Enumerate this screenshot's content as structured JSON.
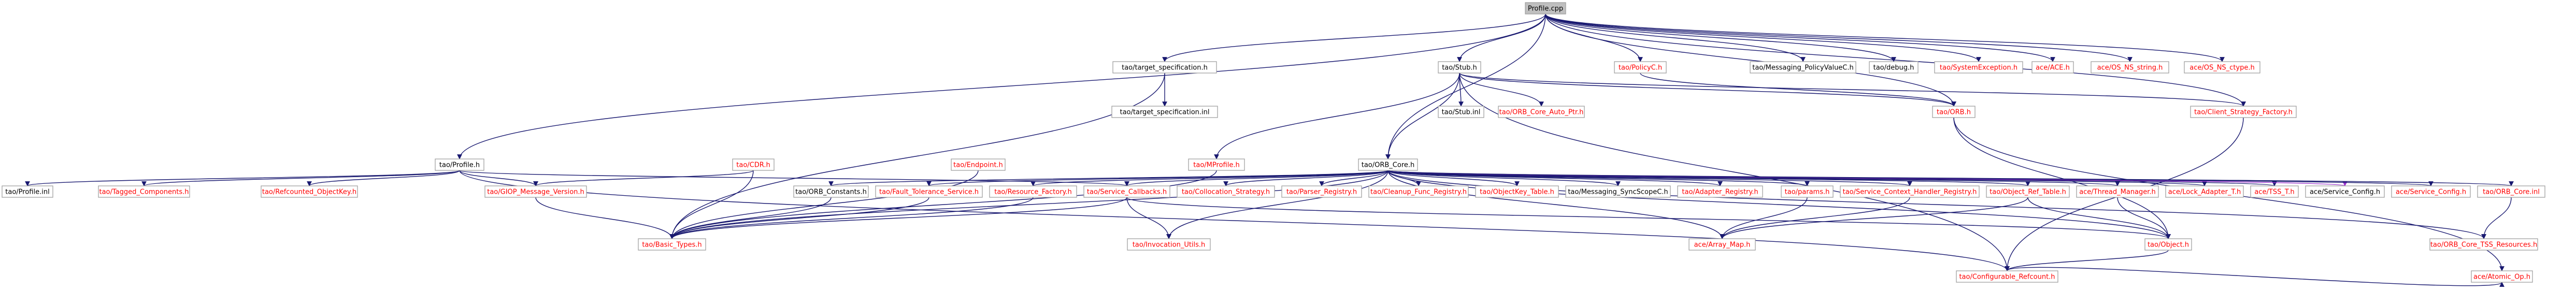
{
  "graph": {
    "colors": {
      "root_fill": "#bfbfbf",
      "node_fill": "#ffffff",
      "node_border": "#a0a0a0",
      "found_text": "#000000",
      "missing_text": "#ff0000",
      "edge": "#191970",
      "edge_alt": "#9a32cd"
    },
    "nodes": [
      {
        "id": "n_profile_cpp",
        "label": "Profile.cpp",
        "root": true
      },
      {
        "id": "n_target_spec_h",
        "label": "tao/target_specification.h",
        "missing": false
      },
      {
        "id": "n_stub_h",
        "label": "tao/Stub.h",
        "missing": false
      },
      {
        "id": "n_policyc_h",
        "label": "tao/PolicyC.h",
        "missing": true
      },
      {
        "id": "n_messaging_policyvaluec_h",
        "label": "tao/Messaging_PolicyValueC.h",
        "missing": false
      },
      {
        "id": "n_debug_h",
        "label": "tao/debug.h",
        "missing": false
      },
      {
        "id": "n_systemexception_h",
        "label": "tao/SystemException.h",
        "missing": true
      },
      {
        "id": "n_ace_h",
        "label": "ace/ACE.h",
        "missing": true
      },
      {
        "id": "n_os_ns_string_h",
        "label": "ace/OS_NS_string.h",
        "missing": true
      },
      {
        "id": "n_os_ns_ctype_h",
        "label": "ace/OS_NS_ctype.h",
        "missing": true
      },
      {
        "id": "n_target_spec_inl",
        "label": "tao/target_specification.inl",
        "missing": false
      },
      {
        "id": "n_stub_inl",
        "label": "tao/Stub.inl",
        "missing": false
      },
      {
        "id": "n_orb_core_auto_ptr_h",
        "label": "tao/ORB_Core_Auto_Ptr.h",
        "missing": true
      },
      {
        "id": "n_orb_h",
        "label": "tao/ORB.h",
        "missing": true
      },
      {
        "id": "n_client_strategy_factory_h",
        "label": "tao/Client_Strategy_Factory.h",
        "missing": true
      },
      {
        "id": "n_profile_h",
        "label": "tao/Profile.h",
        "missing": false
      },
      {
        "id": "n_cdr_h",
        "label": "tao/CDR.h",
        "missing": true
      },
      {
        "id": "n_endpoint_h",
        "label": "tao/Endpoint.h",
        "missing": true
      },
      {
        "id": "n_mprofile_h",
        "label": "tao/MProfile.h",
        "missing": true
      },
      {
        "id": "n_orb_core_h",
        "label": "tao/ORB_Core.h",
        "missing": false
      },
      {
        "id": "n_profile_inl",
        "label": "tao/Profile.inl",
        "missing": false
      },
      {
        "id": "n_tagged_components_h",
        "label": "tao/Tagged_Components.h",
        "missing": true
      },
      {
        "id": "n_refcounted_objectkey_h",
        "label": "tao/Refcounted_ObjectKey.h",
        "missing": true
      },
      {
        "id": "n_giop_message_version_h",
        "label": "tao/GIOP_Message_Version.h",
        "missing": true
      },
      {
        "id": "n_orb_constants_h",
        "label": "tao/ORB_Constants.h",
        "missing": false
      },
      {
        "id": "n_fault_tolerance_service_h",
        "label": "tao/Fault_Tolerance_Service.h",
        "missing": true
      },
      {
        "id": "n_resource_factory_h",
        "label": "tao/Resource_Factory.h",
        "missing": true
      },
      {
        "id": "n_service_callbacks_h",
        "label": "tao/Service_Callbacks.h",
        "missing": true
      },
      {
        "id": "n_collocation_strategy_h",
        "label": "tao/Collocation_Strategy.h",
        "missing": true
      },
      {
        "id": "n_parser_registry_h",
        "label": "tao/Parser_Registry.h",
        "missing": true
      },
      {
        "id": "n_cleanup_func_registry_h",
        "label": "tao/Cleanup_Func_Registry.h",
        "missing": true
      },
      {
        "id": "n_objectkey_table_h",
        "label": "tao/ObjectKey_Table.h",
        "missing": true
      },
      {
        "id": "n_messaging_syncscopec_h",
        "label": "tao/Messaging_SyncScopeC.h",
        "missing": false
      },
      {
        "id": "n_adapter_registry_h",
        "label": "tao/Adapter_Registry.h",
        "missing": true
      },
      {
        "id": "n_params_h",
        "label": "tao/params.h",
        "missing": true
      },
      {
        "id": "n_service_context_handler_registry_h",
        "label": "tao/Service_Context_Handler_Registry.h",
        "missing": true
      },
      {
        "id": "n_object_ref_table_h",
        "label": "tao/Object_Ref_Table.h",
        "missing": true
      },
      {
        "id": "n_thread_manager_h",
        "label": "ace/Thread_Manager.h",
        "missing": true
      },
      {
        "id": "n_lock_adapter_t_h",
        "label": "ace/Lock_Adapter_T.h",
        "missing": true
      },
      {
        "id": "n_tss_t_h",
        "label": "ace/TSS_T.h",
        "missing": true
      },
      {
        "id": "n_service_config_h_1",
        "label": "ace/Service_Config.h",
        "missing": false
      },
      {
        "id": "n_service_config_h_2",
        "label": "ace/Service_Config.h",
        "missing": true
      },
      {
        "id": "n_orb_core_inl",
        "label": "tao/ORB_Core.inl",
        "missing": true
      },
      {
        "id": "n_basic_types_h",
        "label": "tao/Basic_Types.h",
        "missing": true
      },
      {
        "id": "n_invocation_utils_h",
        "label": "tao/Invocation_Utils.h",
        "missing": true
      },
      {
        "id": "n_array_map_h",
        "label": "ace/Array_Map.h",
        "missing": true
      },
      {
        "id": "n_object_h",
        "label": "tao/Object.h",
        "missing": true
      },
      {
        "id": "n_orb_core_tss_resources_h",
        "label": "tao/ORB_Core_TSS_Resources.h",
        "missing": true
      },
      {
        "id": "n_configurable_refcount_h",
        "label": "tao/Configurable_Refcount.h",
        "missing": true
      },
      {
        "id": "n_atomic_op_h",
        "label": "ace/Atomic_Op.h",
        "missing": true
      }
    ],
    "edges": [
      [
        "n_profile_cpp",
        "n_target_spec_h"
      ],
      [
        "n_profile_cpp",
        "n_stub_h"
      ],
      [
        "n_profile_cpp",
        "n_policyc_h"
      ],
      [
        "n_profile_cpp",
        "n_messaging_policyvaluec_h"
      ],
      [
        "n_profile_cpp",
        "n_debug_h"
      ],
      [
        "n_profile_cpp",
        "n_systemexception_h"
      ],
      [
        "n_profile_cpp",
        "n_ace_h"
      ],
      [
        "n_profile_cpp",
        "n_os_ns_string_h"
      ],
      [
        "n_profile_cpp",
        "n_os_ns_ctype_h"
      ],
      [
        "n_profile_cpp",
        "n_profile_h"
      ],
      [
        "n_profile_cpp",
        "n_orb_core_h"
      ],
      [
        "n_profile_cpp",
        "n_client_strategy_factory_h"
      ],
      [
        "n_profile_cpp",
        "n_orb_h"
      ],
      [
        "n_target_spec_h",
        "n_target_spec_inl"
      ],
      [
        "n_target_spec_h",
        "n_basic_types_h"
      ],
      [
        "n_stub_h",
        "n_stub_inl"
      ],
      [
        "n_stub_h",
        "n_orb_core_auto_ptr_h"
      ],
      [
        "n_stub_h",
        "n_orb_h"
      ],
      [
        "n_stub_h",
        "n_mprofile_h"
      ],
      [
        "n_stub_h",
        "n_orb_core_h"
      ],
      [
        "n_stub_h",
        "n_configurable_refcount_h"
      ],
      [
        "n_stub_h",
        "n_client_strategy_factory_h"
      ],
      [
        "n_policyc_h",
        "n_orb_h"
      ],
      [
        "n_client_strategy_factory_h",
        "n_configurable_refcount_h"
      ],
      [
        "n_orb_h",
        "n_object_h"
      ],
      [
        "n_orb_h",
        "n_atomic_op_h"
      ],
      [
        "n_profile_h",
        "n_profile_inl"
      ],
      [
        "n_profile_h",
        "n_tagged_components_h"
      ],
      [
        "n_profile_h",
        "n_refcounted_objectkey_h"
      ],
      [
        "n_profile_h",
        "n_giop_message_version_h"
      ],
      [
        "n_profile_h",
        "n_service_callbacks_h"
      ],
      [
        "n_profile_h",
        "n_configurable_refcount_h"
      ],
      [
        "n_cdr_h",
        "n_giop_message_version_h"
      ],
      [
        "n_cdr_h",
        "n_basic_types_h"
      ],
      [
        "n_endpoint_h",
        "n_basic_types_h"
      ],
      [
        "n_mprofile_h",
        "n_basic_types_h"
      ],
      [
        "n_giop_message_version_h",
        "n_basic_types_h"
      ],
      [
        "n_orb_core_h",
        "n_orb_constants_h"
      ],
      [
        "n_orb_core_h",
        "n_fault_tolerance_service_h"
      ],
      [
        "n_orb_core_h",
        "n_resource_factory_h"
      ],
      [
        "n_orb_core_h",
        "n_service_callbacks_h"
      ],
      [
        "n_orb_core_h",
        "n_collocation_strategy_h"
      ],
      [
        "n_orb_core_h",
        "n_parser_registry_h"
      ],
      [
        "n_orb_core_h",
        "n_cleanup_func_registry_h"
      ],
      [
        "n_orb_core_h",
        "n_objectkey_table_h"
      ],
      [
        "n_orb_core_h",
        "n_messaging_syncscopec_h"
      ],
      [
        "n_orb_core_h",
        "n_adapter_registry_h"
      ],
      [
        "n_orb_core_h",
        "n_params_h"
      ],
      [
        "n_orb_core_h",
        "n_service_context_handler_registry_h"
      ],
      [
        "n_orb_core_h",
        "n_object_ref_table_h"
      ],
      [
        "n_orb_core_h",
        "n_thread_manager_h"
      ],
      [
        "n_orb_core_h",
        "n_lock_adapter_t_h"
      ],
      [
        "n_orb_core_h",
        "n_tss_t_h"
      ],
      [
        "n_orb_core_h",
        "n_service_config_h_1"
      ],
      [
        "n_orb_core_h",
        "n_service_config_h_2"
      ],
      [
        "n_orb_core_h",
        "n_orb_core_inl"
      ],
      [
        "n_orb_core_h",
        "n_invocation_utils_h"
      ],
      [
        "n_orb_core_h",
        "n_object_h"
      ],
      [
        "n_orb_core_h",
        "n_orb_core_tss_resources_h"
      ],
      [
        "n_orb_core_h",
        "n_basic_types_h"
      ],
      [
        "n_orb_core_h",
        "n_array_map_h"
      ],
      [
        "n_orb_constants_h",
        "n_basic_types_h"
      ],
      [
        "n_fault_tolerance_service_h",
        "n_basic_types_h"
      ],
      [
        "n_resource_factory_h",
        "n_basic_types_h"
      ],
      [
        "n_service_callbacks_h",
        "n_basic_types_h"
      ],
      [
        "n_service_callbacks_h",
        "n_invocation_utils_h"
      ],
      [
        "n_service_callbacks_h",
        "n_object_h"
      ],
      [
        "n_params_h",
        "n_array_map_h"
      ],
      [
        "n_service_context_handler_registry_h",
        "n_array_map_h"
      ],
      [
        "n_object_ref_table_h",
        "n_array_map_h"
      ],
      [
        "n_object_ref_table_h",
        "n_object_h"
      ],
      [
        "n_thread_manager_h",
        "n_object_h"
      ],
      [
        "n_orb_core_inl",
        "n_orb_core_tss_resources_h"
      ],
      [
        "n_object_h",
        "n_configurable_refcount_h"
      ],
      [
        "n_configurable_refcount_h",
        "n_atomic_op_h"
      ]
    ]
  }
}
